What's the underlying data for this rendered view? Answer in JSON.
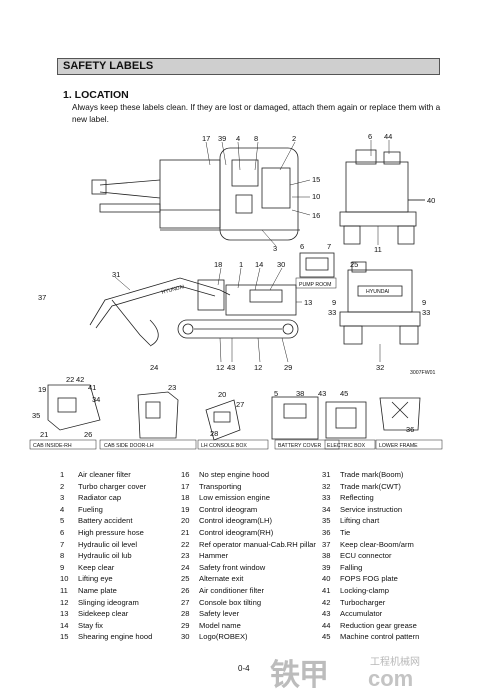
{
  "header": {
    "title": "SAFETY LABELS"
  },
  "section": {
    "title": "1.  LOCATION",
    "description": "Always keep these labels clean.  If they are lost or damaged, attach them again or replace them with a new label."
  },
  "diagram": {
    "callouts": [
      "17",
      "39",
      "4",
      "8",
      "2",
      "15",
      "10",
      "16",
      "3",
      "6",
      "44",
      "40",
      "11",
      "6",
      "7",
      "31",
      "18",
      "1",
      "14",
      "30",
      "37",
      "13",
      "12",
      "43",
      "12",
      "29",
      "25",
      "9",
      "9",
      "33",
      "33",
      "32",
      "22",
      "24",
      "42",
      "41",
      "19",
      "23",
      "34",
      "35",
      "21",
      "26",
      "20",
      "27",
      "28",
      "5",
      "38",
      "43",
      "45",
      "36"
    ],
    "captions": [
      "PUMP ROOM",
      "CAB INSIDE-RH",
      "CAB SIDE DOOR-LH",
      "LH CONSOLE BOX",
      "BATTERY COVER",
      "ELECTRIC BOX",
      "LOWER FRAME"
    ],
    "figure_code": "3007FW01",
    "brand_text": "HYUNDAI"
  },
  "legend": {
    "col1": [
      {
        "num": "1",
        "label": "Air cleaner filter"
      },
      {
        "num": "2",
        "label": "Turbo charger cover"
      },
      {
        "num": "3",
        "label": "Radiator cap"
      },
      {
        "num": "4",
        "label": "Fueling"
      },
      {
        "num": "5",
        "label": "Battery accident"
      },
      {
        "num": "6",
        "label": "High pressure hose"
      },
      {
        "num": "7",
        "label": "Hydraulic oil level"
      },
      {
        "num": "8",
        "label": "Hydraulic oil lub"
      },
      {
        "num": "9",
        "label": "Keep clear"
      },
      {
        "num": "10",
        "label": "Lifting eye"
      },
      {
        "num": "11",
        "label": "Name plate"
      },
      {
        "num": "12",
        "label": "Slinging ideogram"
      },
      {
        "num": "13",
        "label": "Sidekeep clear"
      },
      {
        "num": "14",
        "label": "Stay fix"
      },
      {
        "num": "15",
        "label": "Shearing engine hood"
      }
    ],
    "col2": [
      {
        "num": "16",
        "label": "No step engine hood"
      },
      {
        "num": "17",
        "label": "Transporting"
      },
      {
        "num": "18",
        "label": "Low emission engine"
      },
      {
        "num": "19",
        "label": "Control ideogram"
      },
      {
        "num": "20",
        "label": "Control ideogram(LH)"
      },
      {
        "num": "21",
        "label": "Control ideogram(RH)"
      },
      {
        "num": "22",
        "label": "Ref operator manual-Cab.RH pillar"
      },
      {
        "num": "23",
        "label": "Hammer"
      },
      {
        "num": "24",
        "label": "Safety front window"
      },
      {
        "num": "25",
        "label": "Alternate exit"
      },
      {
        "num": "26",
        "label": "Air conditioner filter"
      },
      {
        "num": "27",
        "label": "Console box tilting"
      },
      {
        "num": "28",
        "label": "Safety lever"
      },
      {
        "num": "29",
        "label": "Model name"
      },
      {
        "num": "30",
        "label": "Logo(ROBEX)"
      }
    ],
    "col3": [
      {
        "num": "31",
        "label": "Trade mark(Boom)"
      },
      {
        "num": "32",
        "label": "Trade mark(CWT)"
      },
      {
        "num": "33",
        "label": "Reflecting"
      },
      {
        "num": "34",
        "label": "Service instruction"
      },
      {
        "num": "35",
        "label": "Lifting chart"
      },
      {
        "num": "36",
        "label": "Tie"
      },
      {
        "num": "37",
        "label": "Keep clear-Boom/arm"
      },
      {
        "num": "38",
        "label": "ECU connector"
      },
      {
        "num": "39",
        "label": "Falling"
      },
      {
        "num": "40",
        "label": "FOPS FOG plate"
      },
      {
        "num": "41",
        "label": "Locking-clamp"
      },
      {
        "num": "42",
        "label": "Turbocharger"
      },
      {
        "num": "43",
        "label": "Accumulator"
      },
      {
        "num": "44",
        "label": "Reduction gear grease"
      },
      {
        "num": "45",
        "label": "Machine control pattern"
      }
    ]
  },
  "page_number": "0-4",
  "watermark": {
    "brand": "铁甲",
    "text": "工程机械网",
    "url": "com"
  }
}
